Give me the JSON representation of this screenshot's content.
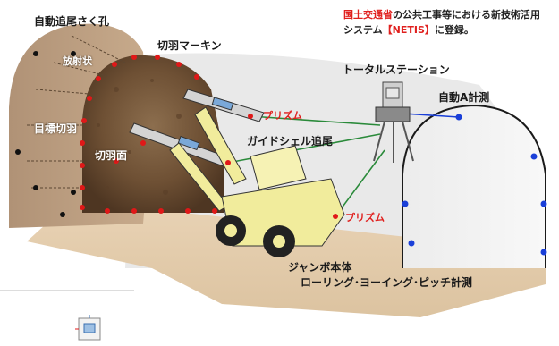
{
  "note": {
    "line1_highlight": "国土交通省",
    "line1_rest": "の公共工事等における新技術活用",
    "line2_a": "システム",
    "line2_highlight": "【NETIS】",
    "line2_b": "に登録。"
  },
  "labels": {
    "auto_hole": "自動追尾さく孔",
    "face_marking": "切羽マーキン",
    "radial": "放射状",
    "target_face": "目標切羽",
    "face_surface": "切羽面",
    "total_station": "トータルステーション",
    "auto_measure": "自動A計測",
    "prism_upper": "プリズム",
    "guide_shell": "ガイドシェル追尾",
    "prism_lower": "プリズム",
    "jumbo_body": "ジャンボ本体",
    "rolling": "ローリング･ヨーイング･ピッチ計測"
  },
  "colors": {
    "red_point": "#e01818",
    "blue_point": "#1a3fd8",
    "black_point": "#111111",
    "machine_yellow": "#f1ec9c",
    "boom_blue": "#7aa8d8",
    "tunnel_floor": "#e7d2b2",
    "rock_face": "#7a5a3a"
  },
  "icons": [
    "total-station-icon",
    "drill-jumbo-icon",
    "thumbnail-icon"
  ]
}
